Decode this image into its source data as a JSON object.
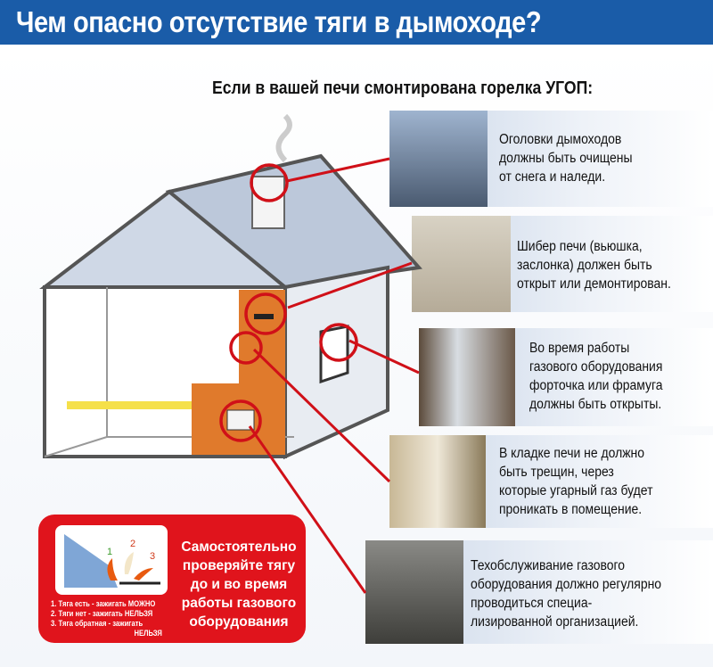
{
  "title": "Чем опасно отсутствие тяги в дымоходе?",
  "subtitle": "Если в вашей печи смонтирована горелка УГОП:",
  "panels": [
    {
      "lines": [
        "Оголовки дымоходов",
        "должны быть очищены",
        "от снега и наледи."
      ]
    },
    {
      "lines": [
        "Шибер печи (вьюшка,",
        "заслонка) должен быть",
        "открыт или демонтирован."
      ]
    },
    {
      "lines": [
        "Во время работы",
        "газового оборудования",
        "форточка или фрамуга",
        "должны быть открыты."
      ]
    },
    {
      "lines": [
        "В кладке печи не должно",
        "быть трещин, через",
        "которые угарный газ будет",
        "проникать в помещение."
      ]
    },
    {
      "lines": [
        "Техобслуживание газового",
        "оборудования должно регулярно",
        "проводиться специа-",
        "лизированной организацией."
      ]
    }
  ],
  "draft_check": {
    "numbers": [
      "1",
      "2",
      "3"
    ],
    "rules": [
      "1. Тяга есть - зажигать МОЖНО",
      "2. Тяги нет - зажигать НЕЛЬЗЯ",
      "3. Тяга обратная - зажигать",
      "НЕЛЬЗЯ"
    ],
    "message": [
      "Самостоятельно",
      "проверяйте тягу",
      "до и во время",
      "работы газового",
      "оборудования"
    ]
  },
  "colors": {
    "title_bg": "#1a5ca8",
    "accent_red": "#e0141c",
    "brick": "#e07a2c",
    "gas_pipe": "#f5e04a"
  }
}
